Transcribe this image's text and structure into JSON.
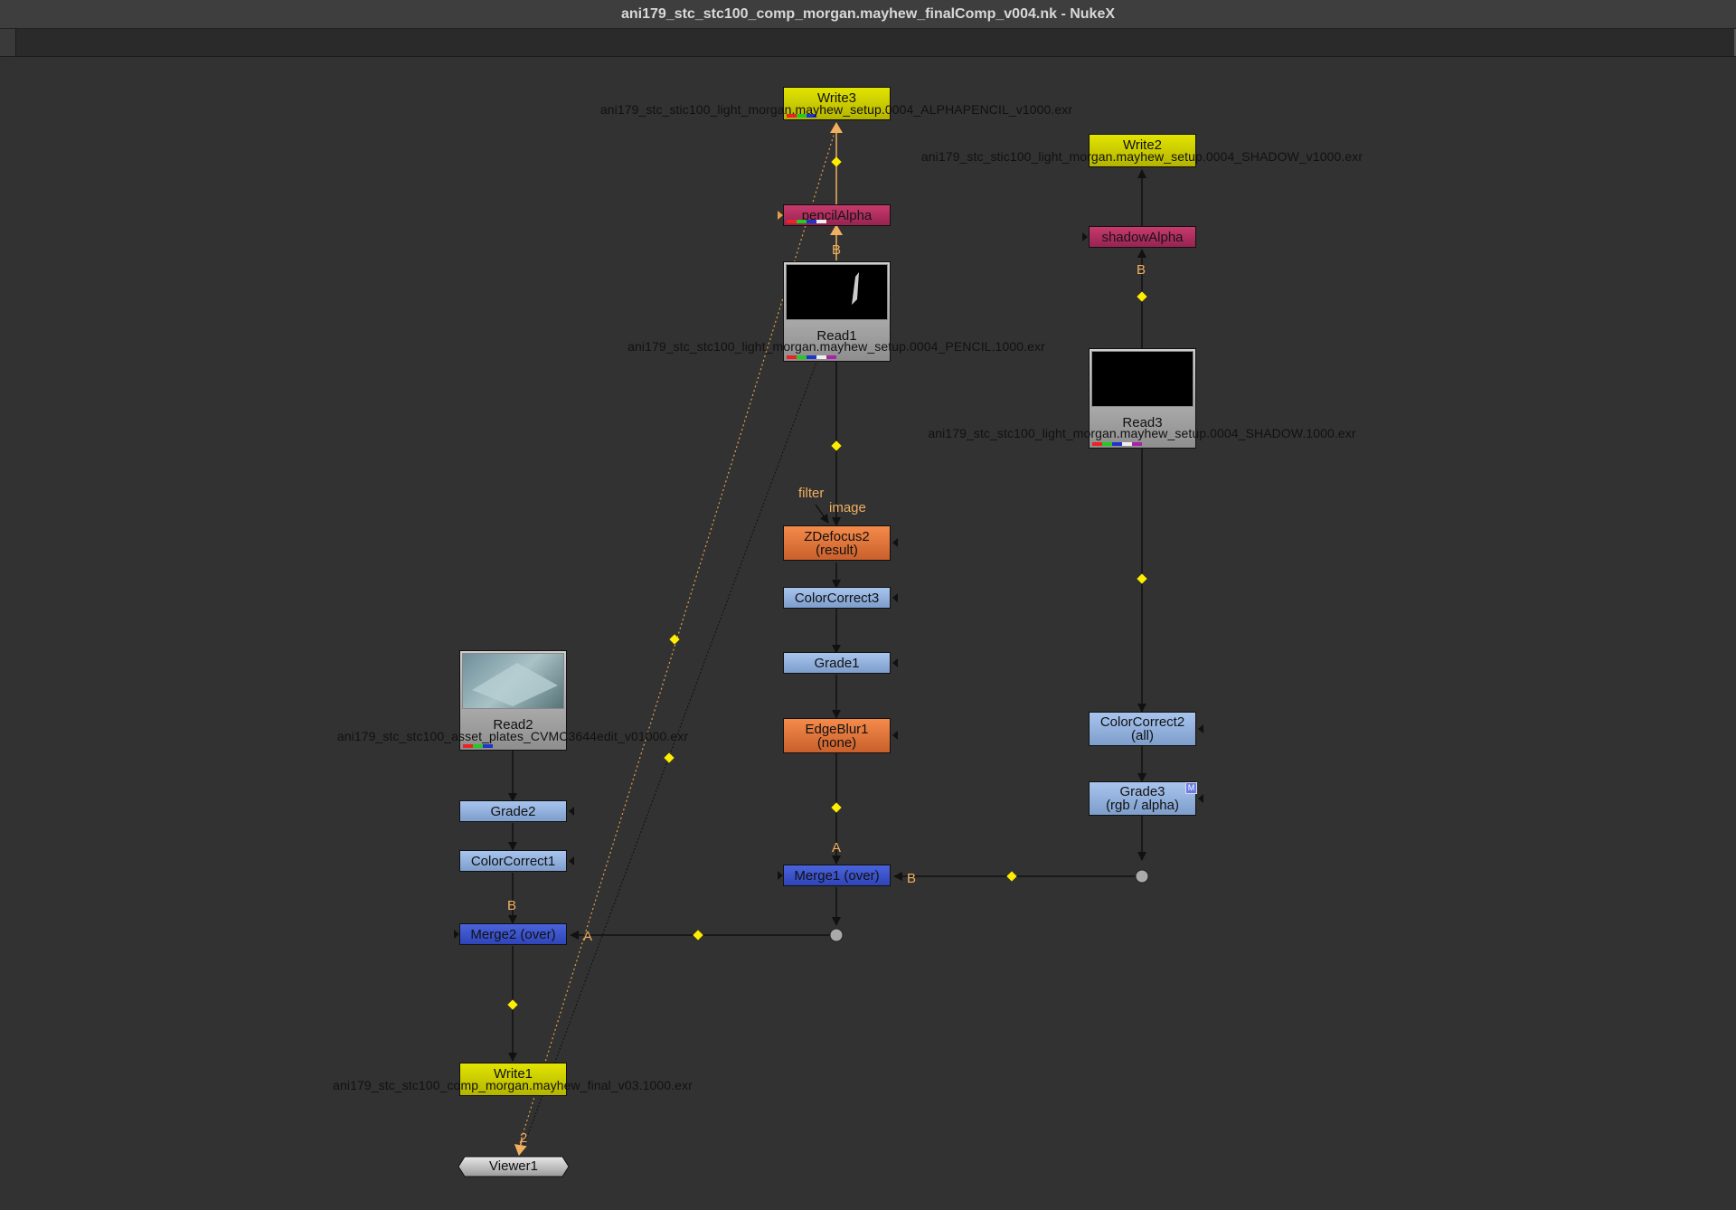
{
  "window": {
    "title": "ani179_stc_stc100_comp_morgan.mayhew_finalComp_v004.nk - NukeX"
  },
  "nodes": {
    "write3": {
      "label": "Write3",
      "file": "ani179_stc_stic100_light_morgan.mayhew_setup.0004_ALPHAPENCIL_v1000.exr"
    },
    "write2": {
      "label": "Write2",
      "file": "ani179_stc_stic100_light_morgan.mayhew_setup.0004_SHADOW_v1000.exr"
    },
    "pencilAlpha": {
      "label": "pencilAlpha"
    },
    "shadowAlpha": {
      "label": "shadowAlpha"
    },
    "read1": {
      "label": "Read1",
      "file": "ani179_stc_stc100_light_morgan.mayhew_setup.0004_PENCIL.1000.exr"
    },
    "read3": {
      "label": "Read3",
      "file": "ani179_stc_stc100_light_morgan.mayhew_setup.0004_SHADOW.1000.exr"
    },
    "zdefocus": {
      "label": "ZDefocus2",
      "sub": "(result)"
    },
    "cc3": {
      "label": "ColorCorrect3"
    },
    "grade1": {
      "label": "Grade1"
    },
    "edgeblur": {
      "label": "EdgeBlur1",
      "sub": "(none)"
    },
    "read2": {
      "label": "Read2",
      "file": "ani179_stc_stc100_asset_plates_CVMC3644edit_v01000.exr"
    },
    "cc2": {
      "label": "ColorCorrect2",
      "sub": "(all)"
    },
    "grade3": {
      "label": "Grade3",
      "sub": "(rgb / alpha)",
      "badge": "M"
    },
    "grade2": {
      "label": "Grade2"
    },
    "cc1": {
      "label": "ColorCorrect1"
    },
    "merge1": {
      "label": "Merge1 (over)"
    },
    "merge2": {
      "label": "Merge2 (over)"
    },
    "write1": {
      "label": "Write1",
      "file": "ani179_stc_stc100_comp_morgan.mayhew_final_v03.1000.exr"
    },
    "viewer1": {
      "label": "Viewer1"
    }
  },
  "inputs": {
    "filter": "filter",
    "image": "image",
    "b_pencil": "B",
    "b_shadow": "B",
    "a_merge1": "A",
    "b_merge1": "B",
    "b_merge2": "B",
    "a_merge2": "A",
    "viewer_in": "2"
  },
  "colors": {
    "write": "#cfd100",
    "shuffle": "#b02e5f",
    "filter": "#e8743a",
    "color": "#93b1de",
    "merge": "#3b52cf",
    "read": "#a8a8a8",
    "edge_highlight": "#f0b060",
    "dot": "#ffee00"
  }
}
